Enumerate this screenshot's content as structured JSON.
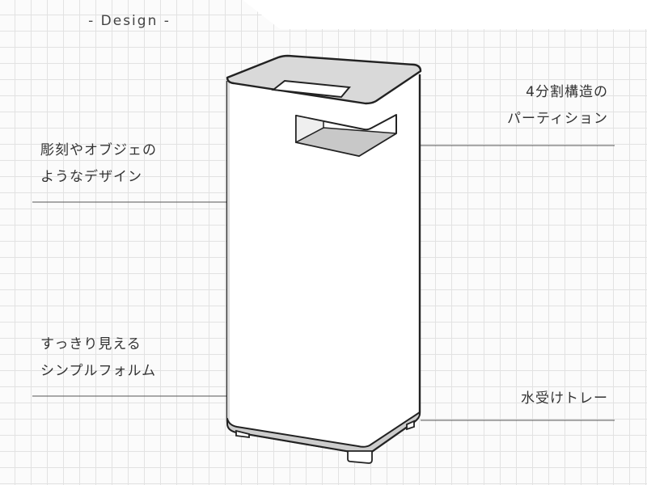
{
  "header": {
    "title": "- Design -"
  },
  "annotations": {
    "partition": {
      "line1": "4分割構造の",
      "line2": "パーティション"
    },
    "sculpture": {
      "line1": "彫刻やオブジェの",
      "line2": "ようなデザイン"
    },
    "simple_form": {
      "line1": "すっきり見える",
      "line2": "シンプルフォルム"
    },
    "water_tray": {
      "line1": "水受けトレー"
    }
  }
}
